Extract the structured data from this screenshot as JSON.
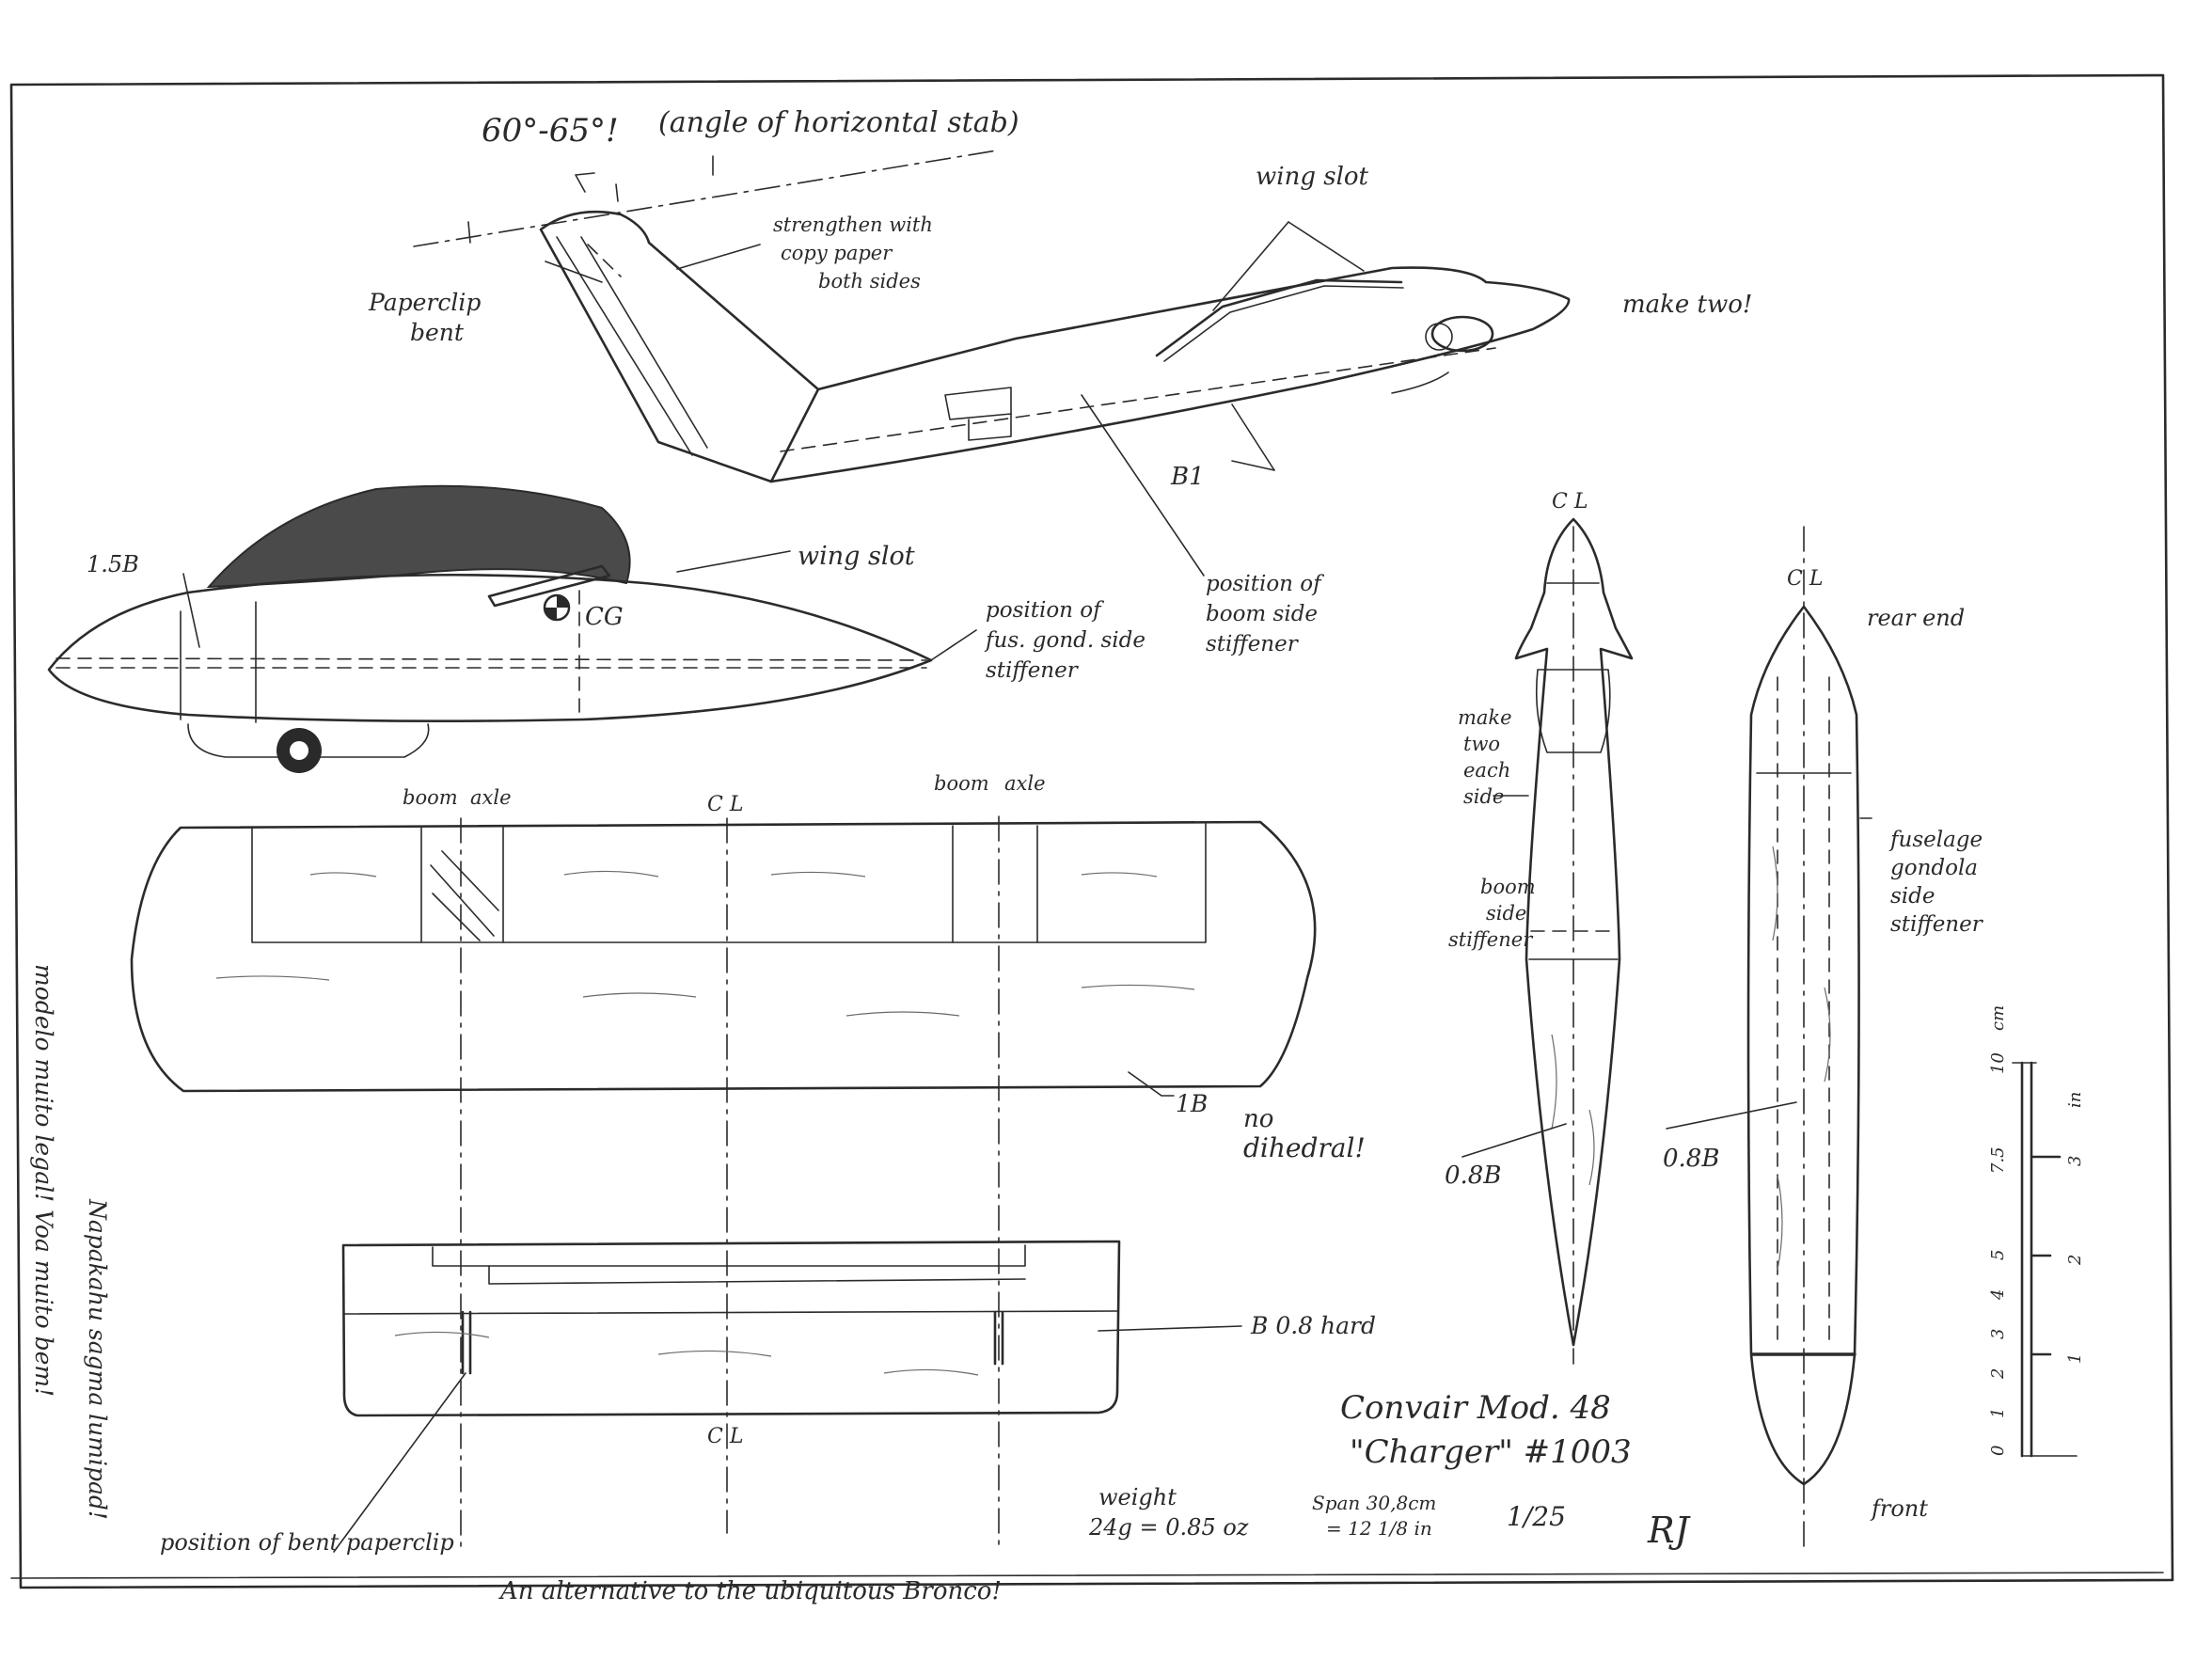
{
  "angle_note": {
    "value": "60°-65°!",
    "text": "(angle of horizontal stab)"
  },
  "top_view": {
    "wing_slot": "wing slot",
    "strengthen": [
      "strengthen with",
      "copy paper",
      "both sides"
    ],
    "paperclip": [
      "Paperclip",
      "bent"
    ],
    "make_two": "make two!",
    "b1": "B1",
    "boom_stiffener": [
      "position of",
      "boom side",
      "stiffener"
    ]
  },
  "side_view": {
    "b15": "1.5B",
    "wing_slot": "wing slot",
    "cg": "CG",
    "gondola_stiffener": [
      "position of",
      "fus. gond. side",
      "stiffener"
    ]
  },
  "wing": {
    "boom_left": "boom",
    "axle_left": "axle",
    "boom_right": "boom",
    "axle_right": "axle",
    "cl": "C L",
    "material": "1B",
    "dihedral": [
      "no",
      "dihedral!"
    ]
  },
  "stab": {
    "material": "B 0.8 hard",
    "cl": "C L"
  },
  "boom_view": {
    "cl": "C L",
    "make_two": [
      "make",
      "two",
      "each",
      "side"
    ],
    "stiffener": [
      "boom",
      "side",
      "stiffener"
    ],
    "material": "0.8B"
  },
  "gondola_view": {
    "cl": "C L",
    "rear_end": "rear end",
    "stiffener": [
      "fuselage",
      "gondola",
      "side",
      "stiffener"
    ],
    "material": "0.8B",
    "front": "front"
  },
  "scale_bar": {
    "cm_label": "cm",
    "in_label": "in",
    "cm_ticks": [
      "0",
      "1",
      "2",
      "3",
      "4",
      "5",
      "7.5",
      "10"
    ],
    "in_ticks": [
      "1",
      "2",
      "3"
    ]
  },
  "left_margin": [
    "Napakahu sagma lumipad!",
    "modelo muito legal! Voa muito bem!"
  ],
  "paperclip_position": "position of bent paperclip",
  "weight": [
    "weight",
    "24g = 0.85 oz"
  ],
  "title_block": {
    "name": "Convair Mod. 48",
    "subtitle": "\"Charger\" #1003",
    "span": [
      "Span 30,8cm",
      "= 12 1/8 in"
    ],
    "scale": "1/25",
    "signature": "RJ"
  },
  "footer": "An alternative to the ubiquitous Bronco!"
}
